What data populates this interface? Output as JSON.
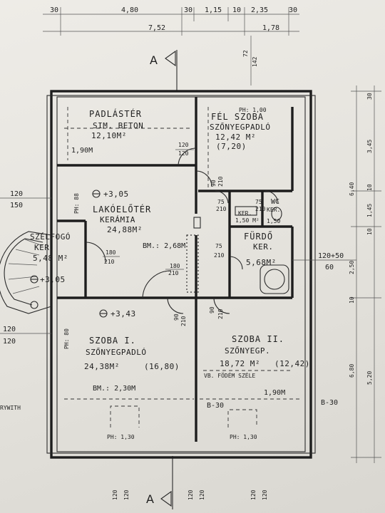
{
  "section_marker": "A",
  "dimensions": {
    "top_row1": [
      "4,80",
      "30",
      "1,15",
      "10",
      "2,35",
      "30"
    ],
    "top_row2": [
      "7,52",
      "1,78"
    ],
    "top_vertical": [
      "72",
      "142"
    ],
    "right_col1": [
      "6,40",
      "2,50",
      "10",
      "6,80",
      "5,20"
    ],
    "right_col2": [
      "30",
      "3,45",
      "10",
      "1,45",
      "10"
    ],
    "right_misc": [
      "120+50",
      "60",
      "B-30"
    ],
    "left_misc": [
      "120",
      "150",
      "120",
      "120"
    ],
    "bottom": [
      "120",
      "120",
      "120",
      "120",
      "120",
      "120"
    ]
  },
  "rooms": {
    "padlaster": {
      "name": "PADLÁSTÉR",
      "floor": "SIM. BETON",
      "area": "12,10M²",
      "note": "1,90M"
    },
    "fel_szoba": {
      "name": "FÉL SZOBA",
      "floor": "SZŐNYEGPADLÓ",
      "area": "12,42 M²",
      "area2": "(7,20)",
      "ph": "PH: 1,00"
    },
    "lakoeloter": {
      "name": "LAKÓELŐTÉR",
      "floor": "KERÁMIA",
      "area": "24,88M²",
      "bh": "BM.: 2,68M",
      "level": "+3,05",
      "ph": "PH: 88"
    },
    "szelfogo": {
      "name": "SZÉLFOGÓ",
      "floor": "KER.",
      "area": "5,48 M²",
      "level": "+3,05"
    },
    "ker": {
      "name": "KER.",
      "area": "1,50 M²"
    },
    "wc": {
      "name": "WC",
      "floor": "KER.",
      "area": "1,50"
    },
    "furdo": {
      "name": "FÜRDŐ",
      "floor": "KER.",
      "area": "5,68M²"
    },
    "szoba1": {
      "name": "SZOBA I.",
      "floor": "SZŐNYEGPADLÓ",
      "area": "24,38M²",
      "area2": "(16,80)",
      "bh": "BM.: 2,30M",
      "level": "+3,43",
      "ph": "PH: 80",
      "ph2": "PH: 1,30"
    },
    "szoba2": {
      "name": "SZOBA II.",
      "floor": "SZŐNYEGP.",
      "area": "18,72 M²",
      "area2": "(12,42)",
      "beam": "VB. FÖDÉM SZÉLE",
      "note": "1,90M",
      "ph2": "PH: 1,30"
    }
  },
  "door_labels": [
    "120",
    "120",
    "90",
    "210",
    "75",
    "210",
    "75",
    "210",
    "75",
    "210",
    "180",
    "210",
    "180",
    "210",
    "90",
    "210",
    "90",
    "210"
  ],
  "edge_text": "RYWITH"
}
